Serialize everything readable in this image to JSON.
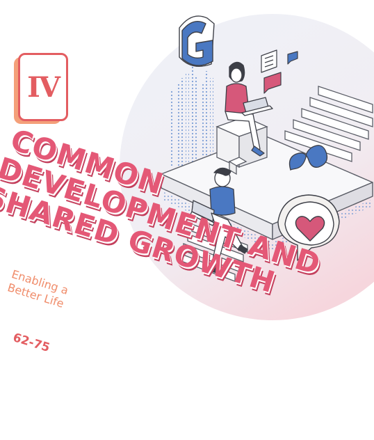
{
  "badge": {
    "numeral": "IV"
  },
  "headline": {
    "line1": "COMMON",
    "line2": "DEVELOPMENT AND",
    "line3": "SHARED GROWTH"
  },
  "subtitle": {
    "line1": "Enabling a",
    "line2": "Better Life"
  },
  "pages": "62-75",
  "icons": [
    "g-logo-icon",
    "chat-bubble-icon",
    "infinity-icon",
    "heart-icon",
    "laptop-icon",
    "stairs-icon"
  ],
  "colors": {
    "accent": "#e45876",
    "orange": "#f08c6a",
    "blue": "#4a78c2",
    "gray": "#f0f0f0"
  }
}
